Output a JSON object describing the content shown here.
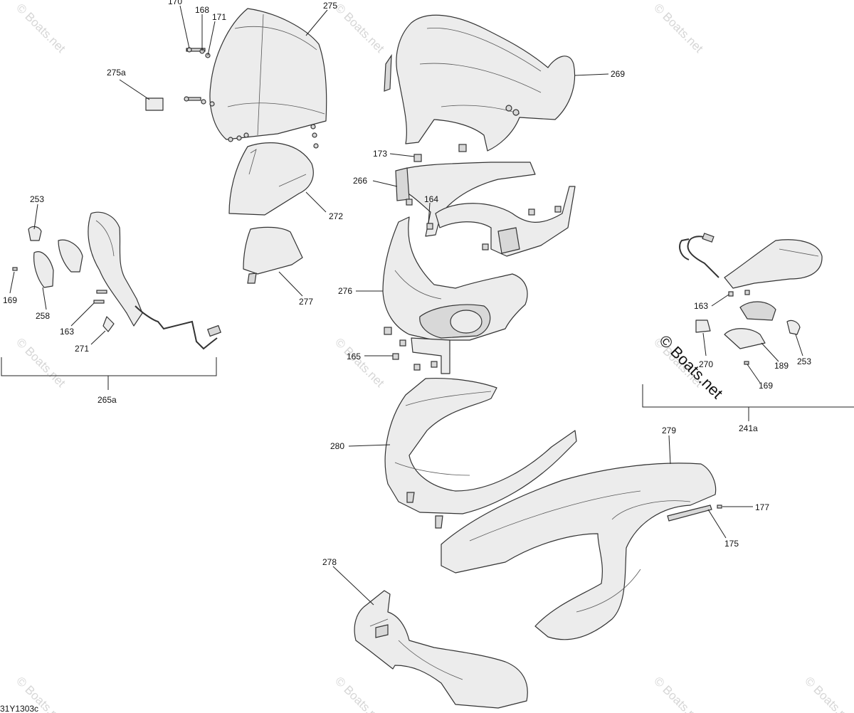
{
  "diagram": {
    "drawing_code": "31Y1303c",
    "watermarks": [
      "© Boats.net",
      "© Boats.net",
      "© Boats.net",
      "© Boats.net",
      "© Boats.net",
      "© Boats.net",
      "© Boats.net",
      "© Boats.net",
      "© Boats.net",
      "© Boats.net"
    ],
    "copyright": "© Boats.net",
    "callouts": [
      {
        "id": "c170",
        "text": "170"
      },
      {
        "id": "c168",
        "text": "168"
      },
      {
        "id": "c171",
        "text": "171"
      },
      {
        "id": "c275",
        "text": "275"
      },
      {
        "id": "c275a",
        "text": "275a"
      },
      {
        "id": "c269",
        "text": "269"
      },
      {
        "id": "c173",
        "text": "173"
      },
      {
        "id": "c266",
        "text": "266"
      },
      {
        "id": "c164",
        "text": "164"
      },
      {
        "id": "c272",
        "text": "272"
      },
      {
        "id": "c253a",
        "text": "253"
      },
      {
        "id": "c169a",
        "text": "169"
      },
      {
        "id": "c258",
        "text": "258"
      },
      {
        "id": "c163a",
        "text": "163"
      },
      {
        "id": "c271",
        "text": "271"
      },
      {
        "id": "c265a",
        "text": "265a"
      },
      {
        "id": "c277",
        "text": "277"
      },
      {
        "id": "c276",
        "text": "276"
      },
      {
        "id": "c165",
        "text": "165"
      },
      {
        "id": "c163b",
        "text": "163"
      },
      {
        "id": "c270",
        "text": "270"
      },
      {
        "id": "c189",
        "text": "189"
      },
      {
        "id": "c253b",
        "text": "253"
      },
      {
        "id": "c169b",
        "text": "169"
      },
      {
        "id": "c241a",
        "text": "241a"
      },
      {
        "id": "c280",
        "text": "280"
      },
      {
        "id": "c279",
        "text": "279"
      },
      {
        "id": "c177",
        "text": "177"
      },
      {
        "id": "c175",
        "text": "175"
      },
      {
        "id": "c278",
        "text": "278"
      }
    ]
  }
}
